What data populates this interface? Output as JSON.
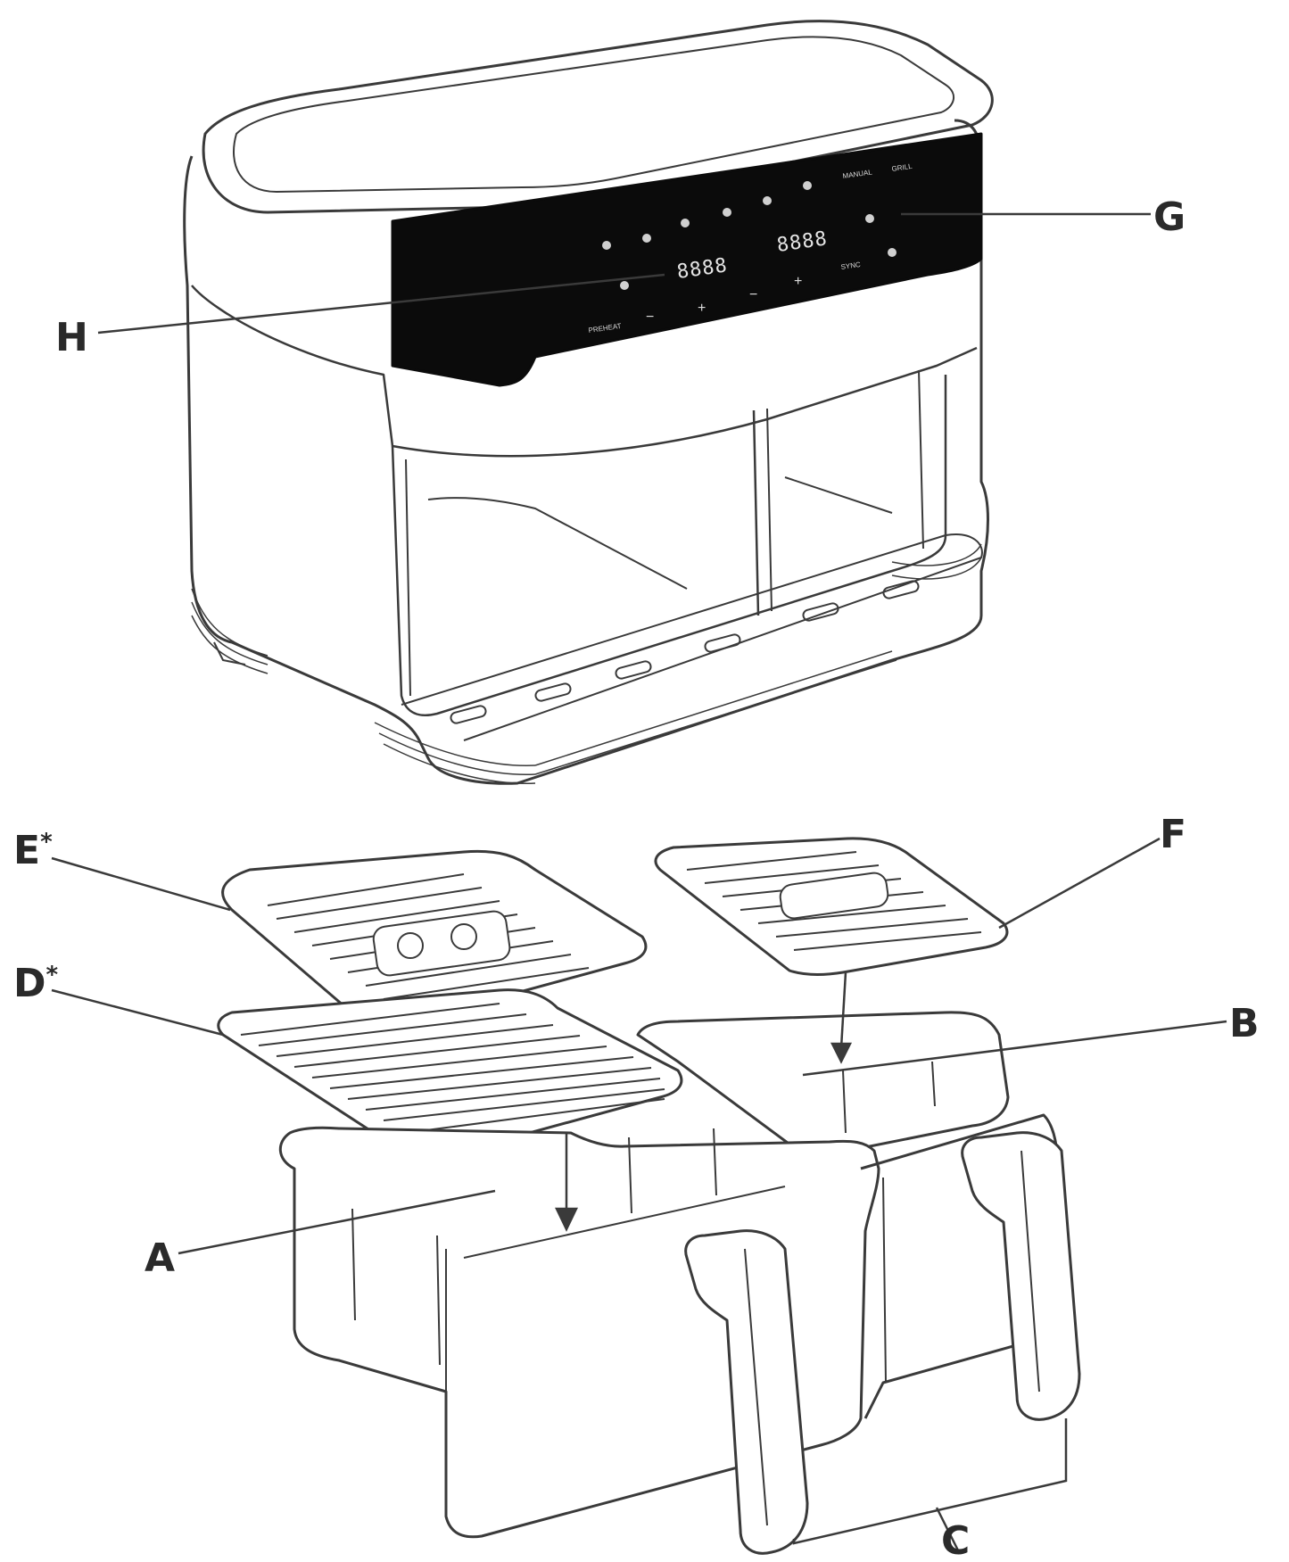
{
  "callouts": {
    "A": {
      "letter": "A",
      "asterisk": ""
    },
    "B": {
      "letter": "B",
      "asterisk": ""
    },
    "C": {
      "letter": "C",
      "asterisk": ""
    },
    "D": {
      "letter": "D",
      "asterisk": "*"
    },
    "E": {
      "letter": "E",
      "asterisk": "*"
    },
    "F": {
      "letter": "F",
      "asterisk": ""
    },
    "G": {
      "letter": "G",
      "asterisk": ""
    },
    "H": {
      "letter": "H",
      "asterisk": ""
    }
  },
  "control_panel": {
    "left_display": "8888",
    "right_display": "8888",
    "manual_label": "MANUAL",
    "grill_label": "GRILL",
    "preheat_label": "PREHEAT",
    "sync_label": "SYNC",
    "minus_symbol": "−",
    "plus_symbol": "+"
  }
}
